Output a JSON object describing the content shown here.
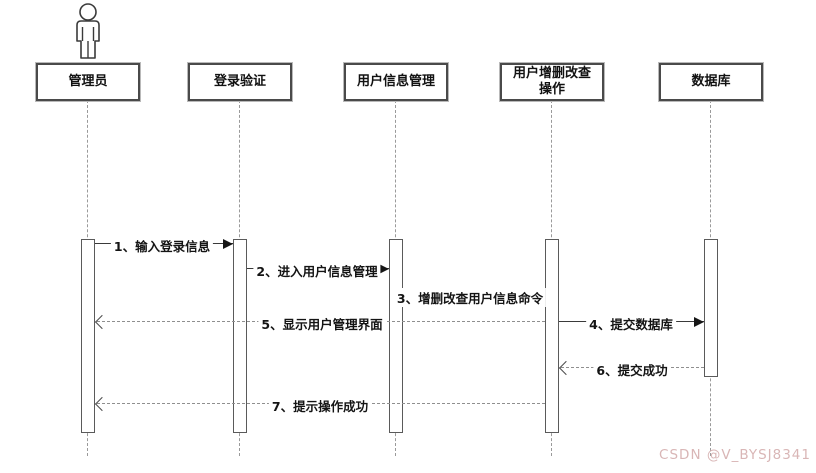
{
  "diagram": {
    "type": "uml-sequence-diagram",
    "participants": [
      {
        "label": "管理员",
        "kind": "actor"
      },
      {
        "label": "登录验证",
        "kind": "object"
      },
      {
        "label": "用户信息管理",
        "kind": "object"
      },
      {
        "label": "用户增删改查操作",
        "kind": "object"
      },
      {
        "label": "数据库",
        "kind": "object"
      }
    ],
    "messages": [
      {
        "num": 1,
        "label": "1、输入登录信息",
        "from": "管理员",
        "to": "登录验证",
        "line": "solid",
        "arrow": "filled"
      },
      {
        "num": 2,
        "label": "2、进入用户信息管理",
        "from": "登录验证",
        "to": "用户信息管理",
        "line": "solid",
        "arrow": "filled"
      },
      {
        "num": 3,
        "label": "3、增删改查用户信息命令",
        "from": "用户信息管理",
        "to": "用户增删改查操作",
        "line": "solid",
        "arrow": "filled"
      },
      {
        "num": 4,
        "label": "4、提交数据库",
        "from": "用户增删改查操作",
        "to": "数据库",
        "line": "solid",
        "arrow": "filled"
      },
      {
        "num": 5,
        "label": "5、显示用户管理界面",
        "from": "用户增删改查操作",
        "to": "管理员",
        "line": "dashed",
        "arrow": "open"
      },
      {
        "num": 6,
        "label": "6、提交成功",
        "from": "数据库",
        "to": "用户增删改查操作",
        "line": "dashed",
        "arrow": "open"
      },
      {
        "num": 7,
        "label": "7、提示操作成功",
        "from": "用户增删改查操作",
        "to": "管理员",
        "line": "dashed",
        "arrow": "open"
      }
    ]
  },
  "watermark": {
    "text": "CSDN @V_BYSJ8341"
  },
  "colors": {
    "line": "#3a3a3a",
    "dashed_line": "#8f8f8f",
    "box_border": "#4a4a4a",
    "watermark": "#d9b6b6",
    "background": "#ffffff"
  }
}
